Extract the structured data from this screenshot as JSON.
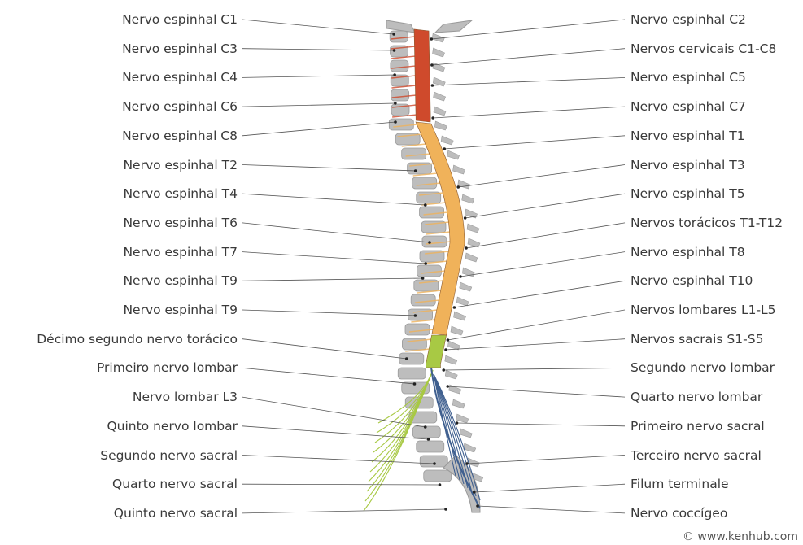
{
  "diagram": {
    "left_labels": [
      "Nervo espinhal C1",
      "Nervo espinhal C3",
      "Nervo espinhal C4",
      "Nervo espinhal C6",
      "Nervo espinhal C8",
      "Nervo espinhal T2",
      "Nervo espinhal T4",
      "Nervo espinhal T6",
      "Nervo espinhal T7",
      "Nervo espinhal T9",
      "Nervo espinhal T9",
      "Décimo segundo nervo torácico",
      "Primeiro nervo lombar",
      "Nervo lombar L3",
      "Quinto nervo lombar",
      "Segundo nervo sacral",
      "Quarto nervo sacral",
      "Quinto nervo sacral"
    ],
    "right_labels": [
      "Nervo espinhal C2",
      "Nervos cervicais C1-C8",
      "Nervo espinhal C5",
      "Nervo espinhal C7",
      "Nervo espinhal T1",
      "Nervo espinhal T3",
      "Nervo espinhal T5",
      "Nervos torácicos T1-T12",
      "Nervo espinhal T8",
      "Nervo espinhal T10",
      "Nervos lombares L1-L5",
      "Nervos sacrais S1-S5",
      "Segundo nervo lombar",
      "Quarto nervo lombar",
      "Primeiro nervo sacral",
      "Terceiro nervo sacral",
      "Filum terminale",
      "Nervo coccígeo"
    ],
    "credit": "© www.kenhub.com"
  },
  "colors": {
    "cervical": "#cf4a2c",
    "thoracic": "#f0b25a",
    "lumbar": "#a8c944",
    "sacral": "#3f5f8f",
    "bone": "#bdbdbd",
    "bone_dark": "#9a9a9a",
    "leader": "#555555"
  }
}
